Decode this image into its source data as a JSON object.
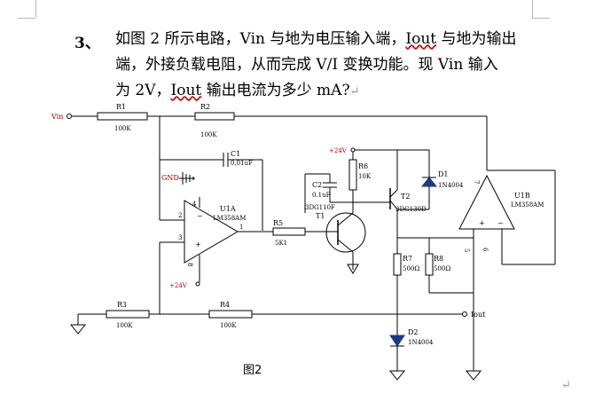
{
  "question": {
    "number": "3、",
    "line1_a": "如图 2 所示电路，Vin 与地为电压输入端，",
    "line1_b": "Iout",
    "line1_c": " 与地为输出",
    "line2": "端，外接负载电阻，从而完成 V/I 变换功能。现 Vin 输入",
    "line3_a": "为 2V，",
    "line3_b": "Iout",
    "line3_c": " 输出电流为多少 mA?",
    "line3_ret": "↵"
  },
  "circuit": {
    "vin": "Vin",
    "iout": "Iout",
    "gnd": "GND",
    "plus24": "+24V",
    "plus24_b": "+24V",
    "r1": {
      "name": "R1",
      "value": "100K"
    },
    "r2": {
      "name": "R2",
      "value": "100K"
    },
    "r3": {
      "name": "R3",
      "value": "100K"
    },
    "r4": {
      "name": "R4",
      "value": "100K"
    },
    "r5": {
      "name": "R5",
      "value": "5K1"
    },
    "r6": {
      "name": "R6",
      "value": "10K"
    },
    "r7": {
      "name": "R7",
      "value": "500Ω"
    },
    "r8": {
      "name": "R8",
      "value": "500Ω"
    },
    "c1": {
      "name": "C1",
      "value": "0.01uF"
    },
    "c2": {
      "name": "C2",
      "value": "0.1uF"
    },
    "t1": {
      "name": "T1",
      "part": "3DG110F"
    },
    "t2": {
      "name": "T2",
      "part": "3DG130D"
    },
    "d1": {
      "name": "D1",
      "part": "1N4004"
    },
    "d2": {
      "name": "D2",
      "part": "1N4004"
    },
    "u1a": {
      "name": "U1A",
      "part": "LM358AM"
    },
    "u1b": {
      "name": "U1B",
      "part": "LM358AM"
    },
    "pins": {
      "p1": "1",
      "p2": "2",
      "p3": "3",
      "p4": "4",
      "p8": "8",
      "p5": "5",
      "p6": "6",
      "p7": "7"
    }
  },
  "caption": "图2",
  "end_mark": "↵"
}
